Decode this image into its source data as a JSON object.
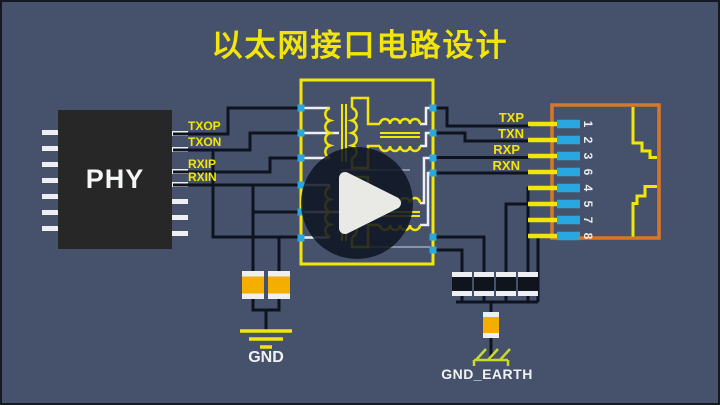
{
  "title": "以太网接口电路设计",
  "phy": {
    "label": "PHY",
    "pin_labels": [
      "TXOP",
      "TXON",
      "RXIP",
      "RXIN"
    ]
  },
  "output_labels": [
    "TXP",
    "TXN",
    "RXP",
    "RXN"
  ],
  "rj45": {
    "pin_numbers": [
      "1",
      "2",
      "3",
      "6",
      "4",
      "5",
      "7",
      "8"
    ]
  },
  "grounds": {
    "gnd_label": "GND",
    "gnd_earth_label": "GND_EARTH"
  },
  "icons": {
    "play_icon": "right-pointing-triangle"
  },
  "colors": {
    "background": "#46526B",
    "accent_yellow": "#F2E50B",
    "connector_orange": "#D8772A",
    "pad_cyan": "#2BA7DF",
    "wire_black": "#0E1320",
    "wire_white": "#EDEFF2",
    "component_amber": "#F3AE00",
    "earth_green": "#CBD92F",
    "chip_dark": "#272727"
  }
}
